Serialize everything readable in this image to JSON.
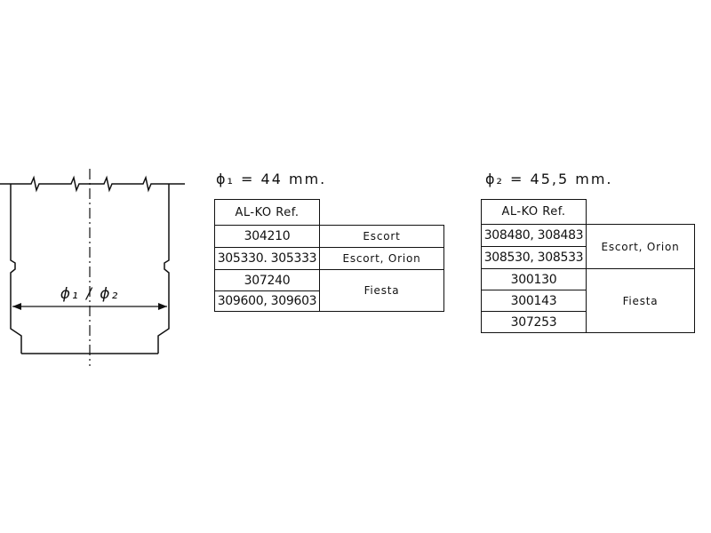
{
  "left_figure": {
    "dimension_label": "ϕ₁ / ϕ₂"
  },
  "table1": {
    "heading": "ϕ₁ = 44 mm.",
    "header": "AL-KO Ref.",
    "groups": [
      {
        "refs": [
          "304210"
        ],
        "model": "Escort"
      },
      {
        "refs": [
          "305330. 305333"
        ],
        "model": "Escort, Orion"
      },
      {
        "refs": [
          "307240",
          "309600, 309603"
        ],
        "model": "Fiesta"
      }
    ]
  },
  "table2": {
    "heading": "ϕ₂ = 45,5 mm.",
    "header": "AL-KO Ref.",
    "groups": [
      {
        "refs": [
          "308480, 308483",
          "308530, 308533"
        ],
        "model": "Escort, Orion"
      },
      {
        "refs": [
          "300130",
          "300143",
          "307253"
        ],
        "model": "Fiesta"
      }
    ]
  }
}
